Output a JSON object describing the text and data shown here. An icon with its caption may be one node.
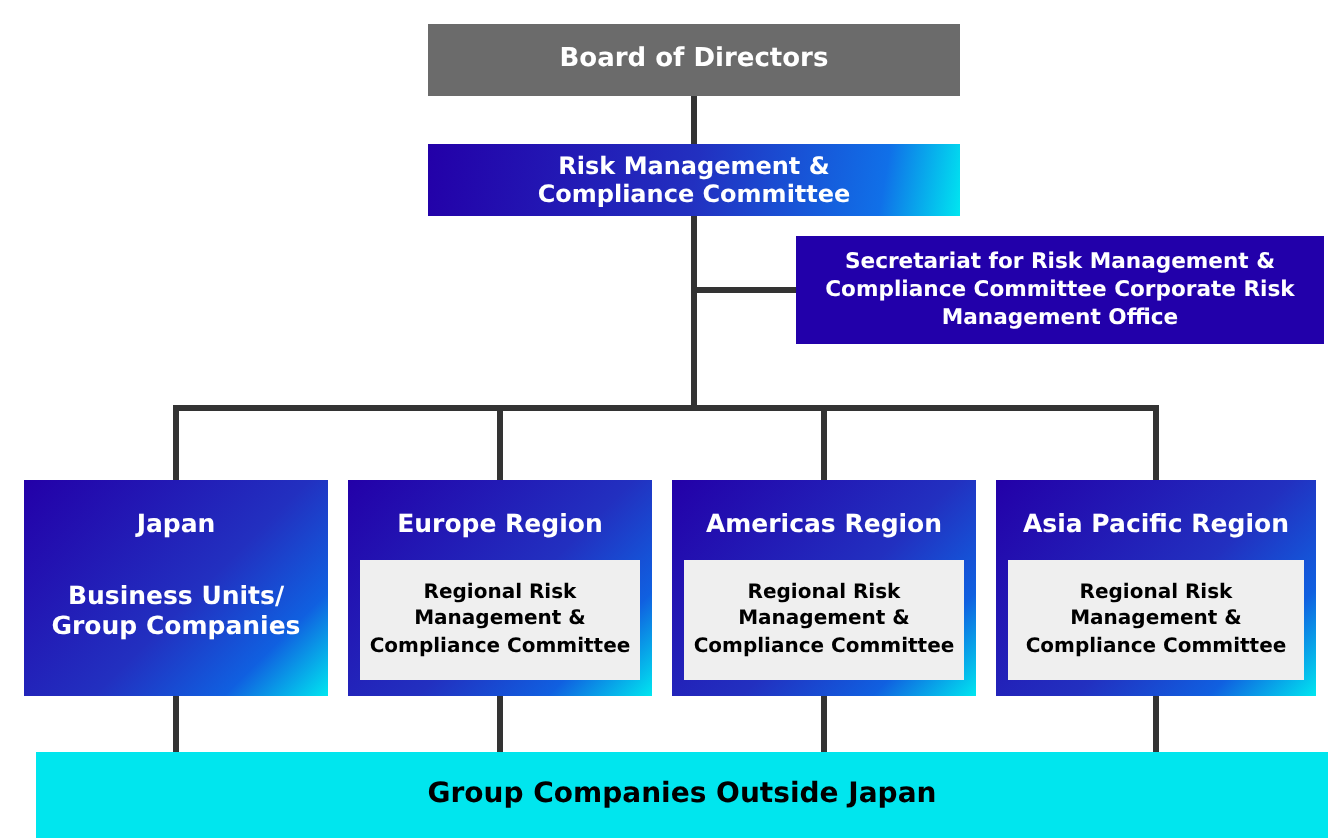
{
  "diagram": {
    "nodes": [
      {
        "text": [
          "Board of Directors"
        ]
      },
      {
        "text": [
          "Risk Management & Compliance Committee"
        ]
      },
      {
        "text": [
          "Secretariat for Risk Management & Compliance Committee Corporate Risk Management Office"
        ]
      },
      {
        "text": [
          "Japan",
          "Business Units/ Group Companies"
        ]
      },
      {
        "text": [
          "Europe Region"
        ]
      },
      {
        "text": [
          "Regional Risk Management & Compliance Committee"
        ],
        "in": 4
      },
      {
        "text": [
          "Americas Region"
        ]
      },
      {
        "text": [
          "Regional Risk Management & Compliance Committee"
        ],
        "in": 6
      },
      {
        "text": [
          "Asia Pacific Region"
        ]
      },
      {
        "text": [
          "Regional Risk Management & Compliance Committee"
        ],
        "in": 8
      },
      {
        "text": [
          "Group Companies Outside Japan"
        ]
      }
    ],
    "edges": [
      {
        "from": 0,
        "to": 1,
        "arrow": "none"
      },
      {
        "from": 1,
        "to": 2,
        "arrow": "none"
      },
      {
        "from": 1,
        "to": 3,
        "arrow": "none"
      },
      {
        "from": 1,
        "to": 4,
        "arrow": "none"
      },
      {
        "from": 1,
        "to": 6,
        "arrow": "none"
      },
      {
        "from": 1,
        "to": 8,
        "arrow": "none"
      },
      {
        "from": 3,
        "to": 10,
        "arrow": "none"
      },
      {
        "from": 4,
        "to": 10,
        "arrow": "none"
      },
      {
        "from": 6,
        "to": 10,
        "arrow": "none"
      },
      {
        "from": 8,
        "to": 10,
        "arrow": "none"
      }
    ]
  }
}
